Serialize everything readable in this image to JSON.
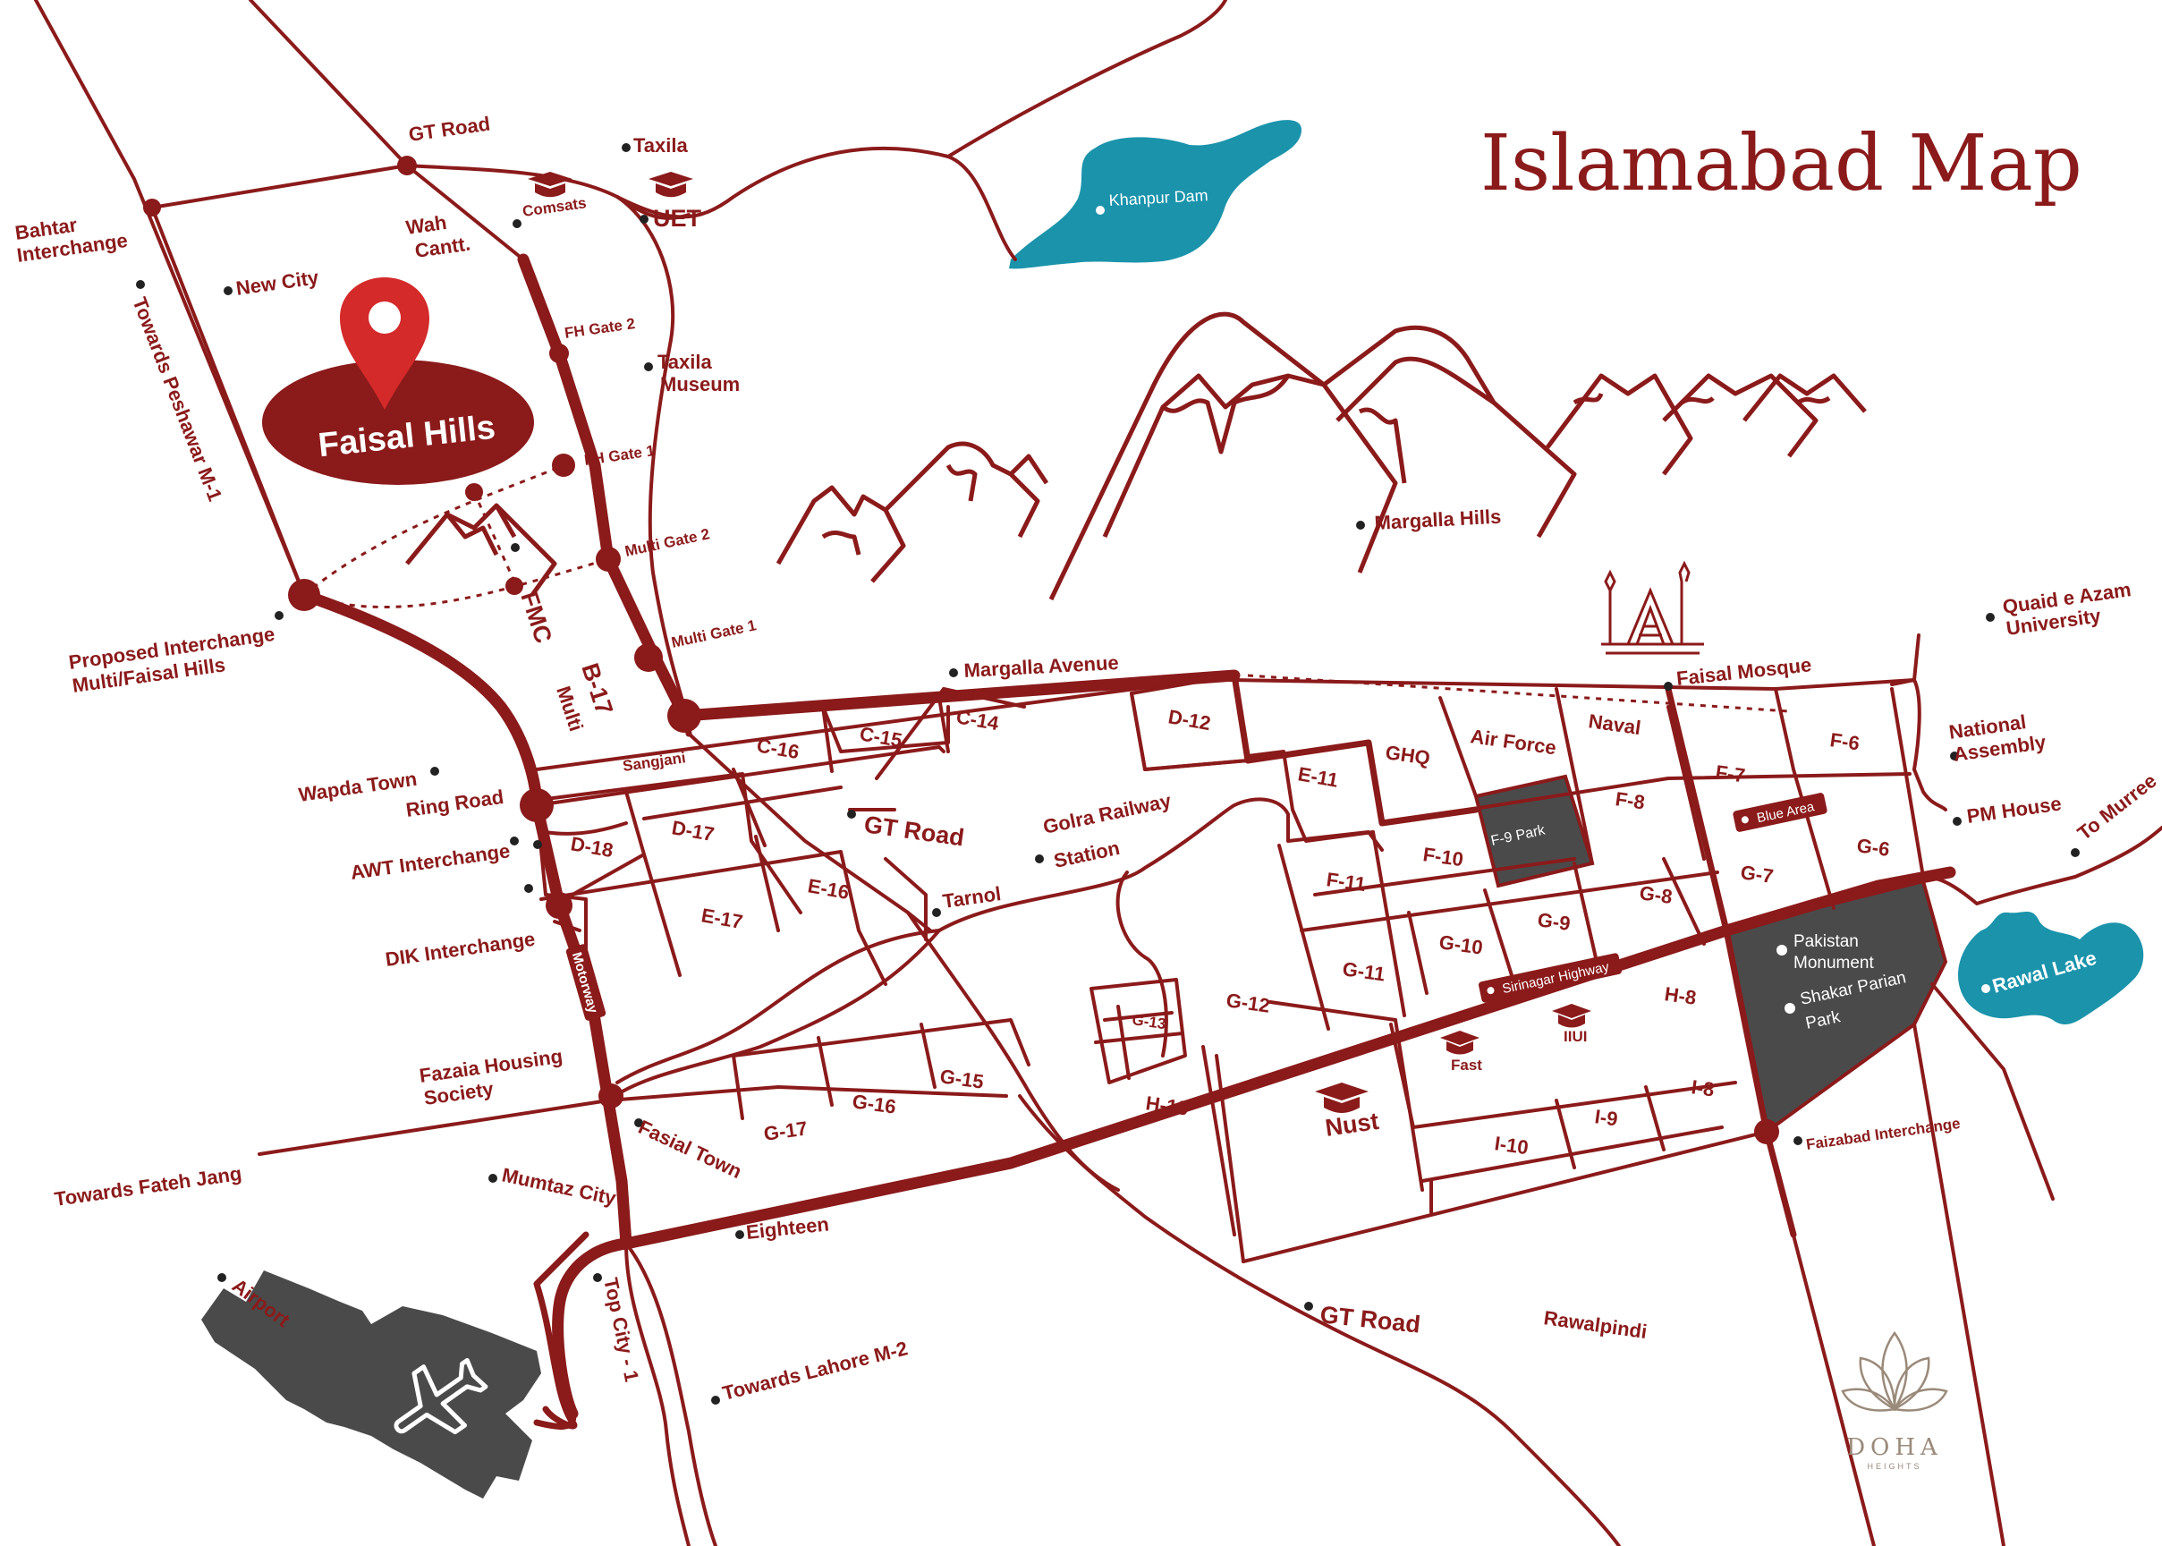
{
  "title": "Islamabad Map",
  "colors": {
    "road": "#8b1a1a",
    "water": "#1a93ab",
    "park": "#4a4a4a",
    "pin": "#d42a2a",
    "highlight": "#8b1a1a",
    "logo": "#9a8a7a"
  },
  "highlight": {
    "name": "Faisal Hills",
    "icon": "location-pin-icon"
  },
  "water": {
    "khanpur": "Khanpur Dam",
    "rawal": "Rawal Lake"
  },
  "places": {
    "gt_road_top": "GT Road",
    "taxila": "Taxila",
    "comsats": "Comsats",
    "uet": "UET",
    "wah_cantt_1": "Wah",
    "wah_cantt_2": "Cantt.",
    "bahtar_1": "Bahtar",
    "bahtar_2": "Interchange",
    "new_city": "New City",
    "towards_peshawar": "Towards Peshawar M-1",
    "fh_gate2": "FH Gate 2",
    "fh_gate1": "FH Gate 1",
    "multi_gate2": "Multi Gate 2",
    "multi_gate1": "Multi Gate 1",
    "taxila_museum_1": "Taxila",
    "taxila_museum_2": "Museum",
    "margalla_hills": "Margalla Hills",
    "proposed_1": "Proposed Interchange",
    "proposed_2": "Multi/Faisal Hills",
    "fmc": "FMC",
    "b17_1": "B-17",
    "b17_2": "Multi",
    "margalla_avenue": "Margalla Avenue",
    "faisal_mosque": "Faisal Mosque",
    "quaid_1": "Quaid e Azam",
    "quaid_2": "University",
    "national_1": "National",
    "national_2": "Assembly",
    "pm_house": "PM House",
    "to_murree": "To Murree",
    "sangjani": "Sangjani",
    "wapda_town": "Wapda Town",
    "ring_road": "Ring Road",
    "awt": "AWT Interchange",
    "dik": "DIK Interchange",
    "motorway": "Motorway",
    "gt_road_mid": "GT Road",
    "golra_1": "Golra Railway",
    "golra_2": "Station",
    "tarnol": "Tarnol",
    "fazaia_1": "Fazaia Housing",
    "fazaia_2": "Society",
    "towards_fateh_jang": "Towards Fateh Jang",
    "fasial_town": "Fasial Town",
    "mumtaz_city": "Mumtaz City",
    "eighteen": "Eighteen",
    "airport": "Airport",
    "top_city": "Top City - 1",
    "towards_lahore": "Towards Lahore M-2",
    "gt_road_bottom": "GT Road",
    "rawalpindi": "Rawalpindi",
    "faizabad": "Faizabad Interchange",
    "pakistan_1": "Pakistan",
    "pakistan_2": "Monument",
    "shakar_1": "Shakar Parian",
    "shakar_2": "Park",
    "blue_area": "Blue Area",
    "sirinagar": "Sirinagar Highway",
    "nust": "Nust",
    "fast": "Fast",
    "iiui": "IIUI",
    "f9_park": "F-9 Park"
  },
  "sectors": {
    "d12": "D-12",
    "c16": "C-16",
    "c15": "C-15",
    "c14": "C-14",
    "d18": "D-18",
    "d17": "D-17",
    "e17": "E-17",
    "e16": "E-16",
    "e11": "E-11",
    "ghq": "GHQ",
    "air_force": "Air Force",
    "naval": "Naval",
    "f7": "F-7",
    "f6": "F-6",
    "f8": "F-8",
    "f10": "F-10",
    "f11": "F-11",
    "g6": "G-6",
    "g7": "G-7",
    "g8": "G-8",
    "g9": "G-9",
    "g10": "G-10",
    "g11": "G-11",
    "g12": "G-12",
    "g13": "G-13",
    "h13": "H-13",
    "h8": "H-8",
    "g15": "G-15",
    "g16": "G-16",
    "g17": "G-17",
    "i8": "I-8",
    "i9": "I-9",
    "i10": "I-10"
  },
  "logo": {
    "name": "DOHA",
    "sub": "HEIGHTS",
    "icon": "lotus-icon"
  },
  "icons": {
    "university": "graduation-cap-icon",
    "mosque": "faisal-mosque-icon",
    "airport": "airplane-icon",
    "mountains": "mountain-icon"
  }
}
